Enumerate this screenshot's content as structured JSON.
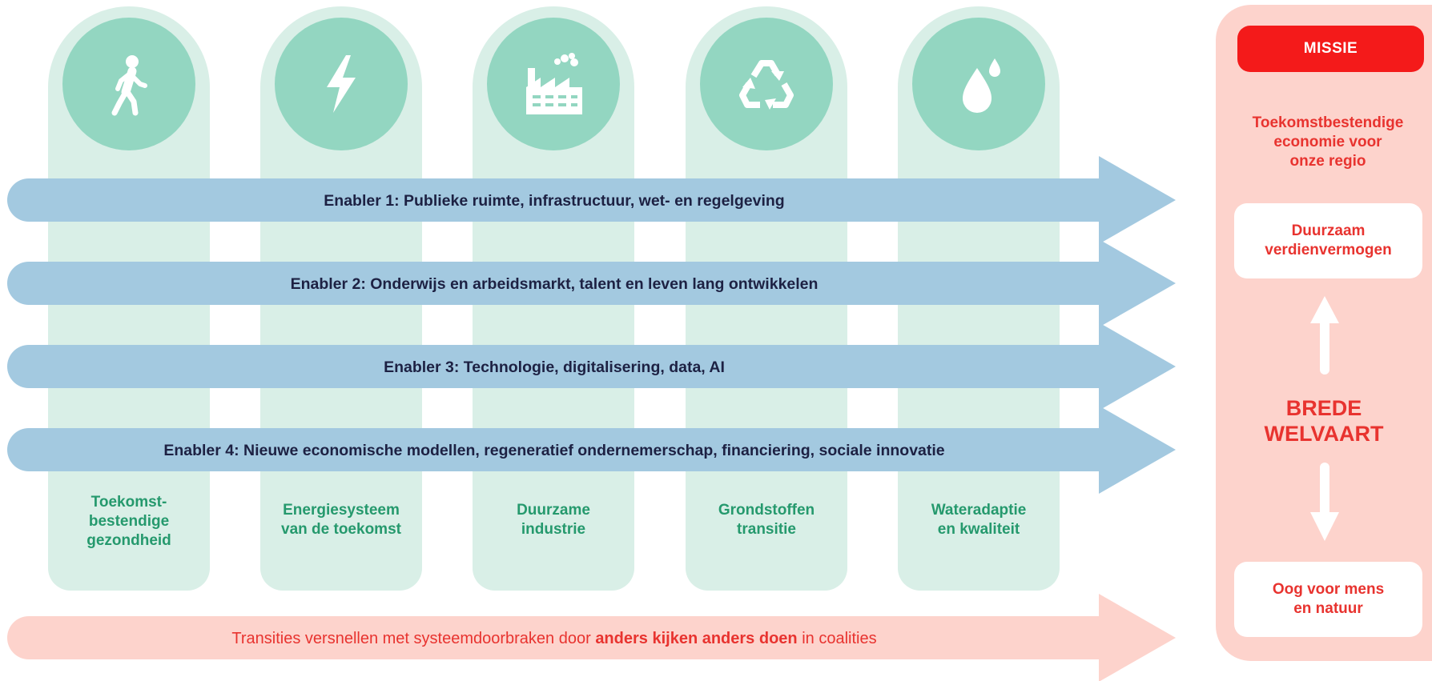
{
  "columns": [
    {
      "icon": "walking-person-icon",
      "label": [
        "Toekomst-",
        "bestendige",
        "gezondheid"
      ]
    },
    {
      "icon": "lightning-bolt-icon",
      "label": [
        "Energiesysteem",
        "van de toekomst"
      ]
    },
    {
      "icon": "factory-icon",
      "label": [
        "Duurzame",
        "industrie"
      ]
    },
    {
      "icon": "recycle-icon",
      "label": [
        "Grondstoffen",
        "transitie"
      ]
    },
    {
      "icon": "water-drops-icon",
      "label": [
        "Wateradaptie",
        "en kwaliteit"
      ]
    }
  ],
  "enablers": [
    "Enabler 1: Publieke ruimte, infrastructuur, wet- en regelgeving",
    "Enabler 2: Onderwijs en arbeidsmarkt, talent en leven lang ontwikkelen",
    "Enabler 3: Technologie, digitalisering, data, AI",
    "Enabler 4: Nieuwe economische modellen, regeneratief ondernemerschap, financiering, sociale innovatie"
  ],
  "transition": {
    "before": "Transities versnellen met systeemdoorbraken door ",
    "emphasis": "anders kijken anders doen",
    "after": " in coalities"
  },
  "panel": {
    "missie_label": "MISSIE",
    "mission_lines": [
      "Toekomstbestendige",
      "economie voor",
      "onze regio"
    ],
    "top_box": [
      "Duurzaam",
      "verdienvermogen"
    ],
    "center_lines": [
      "BREDE",
      "WELVAART"
    ],
    "bottom_box": [
      "Oog voor mens",
      "en natuur"
    ]
  },
  "colors": {
    "column_bg": "#d9efe7",
    "circle": "#93d6c1",
    "column_text": "#25996d",
    "enabler_arrow": "#a3c9e0",
    "enabler_text": "#1d2143",
    "transition_arrow": "#fdd3cc",
    "accent_red": "#e8332f",
    "missie_red": "#f41a1a"
  }
}
